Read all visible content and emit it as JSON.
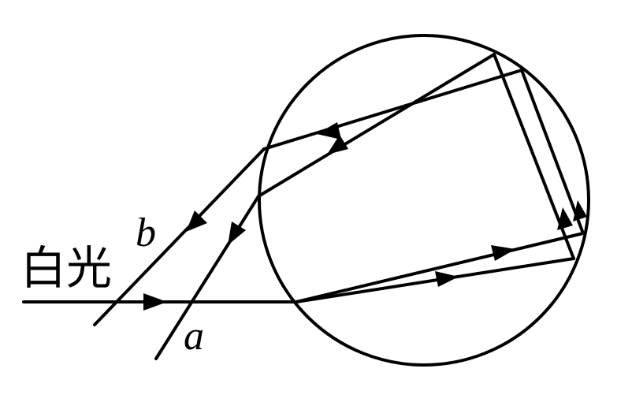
{
  "labels": {
    "incident_light": "白光",
    "ray_a": "a",
    "ray_b": "b"
  },
  "colors": {
    "ink": "#000000",
    "background": "#ffffff"
  }
}
